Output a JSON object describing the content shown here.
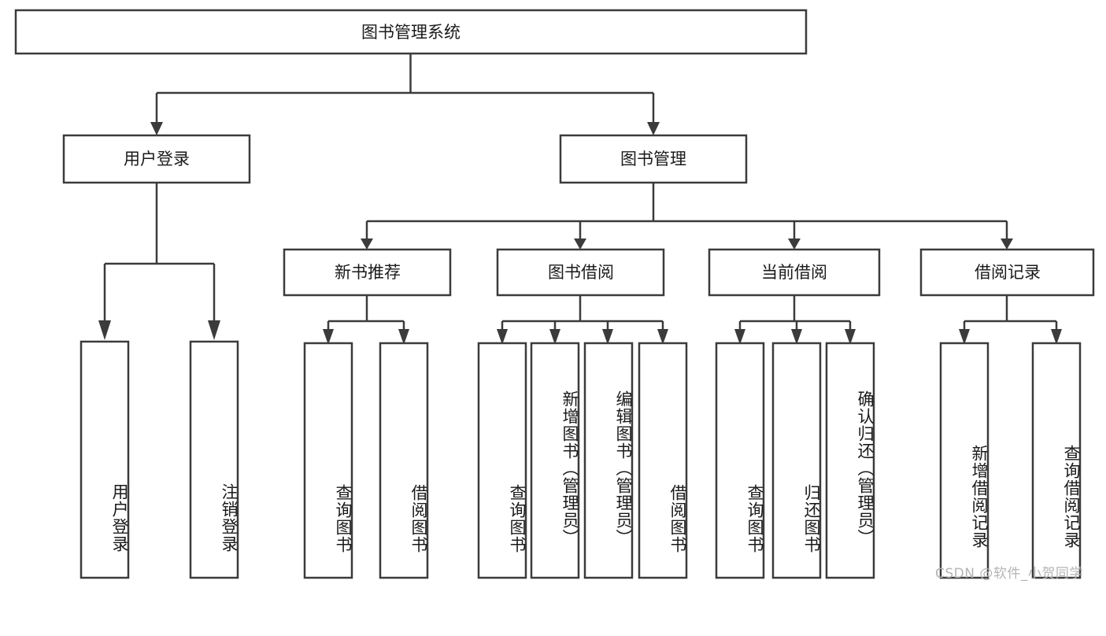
{
  "diagram": {
    "type": "tree",
    "title": "图书管理系统",
    "root": {
      "id": "root",
      "label": "图书管理系统",
      "orientation": "horizontal"
    },
    "level2": [
      {
        "id": "user-login",
        "label": "用户登录",
        "orientation": "horizontal"
      },
      {
        "id": "book-manage",
        "label": "图书管理",
        "orientation": "horizontal"
      }
    ],
    "level3": [
      {
        "id": "new-book-rec",
        "label": "新书推荐",
        "orientation": "horizontal",
        "parent": "book-manage"
      },
      {
        "id": "book-borrow",
        "label": "图书借阅",
        "orientation": "horizontal",
        "parent": "book-manage"
      },
      {
        "id": "current-borrow",
        "label": "当前借阅",
        "orientation": "horizontal",
        "parent": "book-manage"
      },
      {
        "id": "borrow-record",
        "label": "借阅记录",
        "orientation": "horizontal",
        "parent": "book-manage"
      }
    ],
    "leaves": [
      {
        "id": "leaf-user-login",
        "label": "用户登录",
        "orientation": "vertical",
        "parent": "user-login"
      },
      {
        "id": "leaf-user-logout",
        "label": "注销登录",
        "orientation": "vertical",
        "parent": "user-login"
      },
      {
        "id": "leaf-query-book-1",
        "label": "查询图书",
        "orientation": "vertical",
        "parent": "new-book-rec"
      },
      {
        "id": "leaf-borrow-book-1",
        "label": "借阅图书",
        "orientation": "vertical",
        "parent": "new-book-rec"
      },
      {
        "id": "leaf-query-book-2",
        "label": "查询图书",
        "orientation": "vertical",
        "parent": "book-borrow"
      },
      {
        "id": "leaf-add-book",
        "label": "新增图书（管理员）",
        "orientation": "vertical",
        "parent": "book-borrow"
      },
      {
        "id": "leaf-edit-book",
        "label": "编辑图书（管理员）",
        "orientation": "vertical",
        "parent": "book-borrow"
      },
      {
        "id": "leaf-borrow-book-2",
        "label": "借阅图书",
        "orientation": "vertical",
        "parent": "book-borrow"
      },
      {
        "id": "leaf-query-book-3",
        "label": "查询图书",
        "orientation": "vertical",
        "parent": "current-borrow"
      },
      {
        "id": "leaf-return-book",
        "label": "归还图书",
        "orientation": "vertical",
        "parent": "current-borrow"
      },
      {
        "id": "leaf-confirm-return",
        "label": "确认归还（管理员）",
        "orientation": "vertical",
        "parent": "current-borrow"
      },
      {
        "id": "leaf-add-record",
        "label": "新增借阅记录",
        "orientation": "vertical",
        "parent": "borrow-record"
      },
      {
        "id": "leaf-query-record",
        "label": "查询借阅记录",
        "orientation": "vertical",
        "parent": "borrow-record"
      }
    ],
    "colors": {
      "stroke": "#3b3b3b",
      "fill": "#ffffff",
      "text": "#1a1a1a",
      "background": "#ffffff",
      "watermark": "#b4b4b4"
    }
  },
  "watermark": {
    "text": "CSDN @软件_小贺同学"
  }
}
